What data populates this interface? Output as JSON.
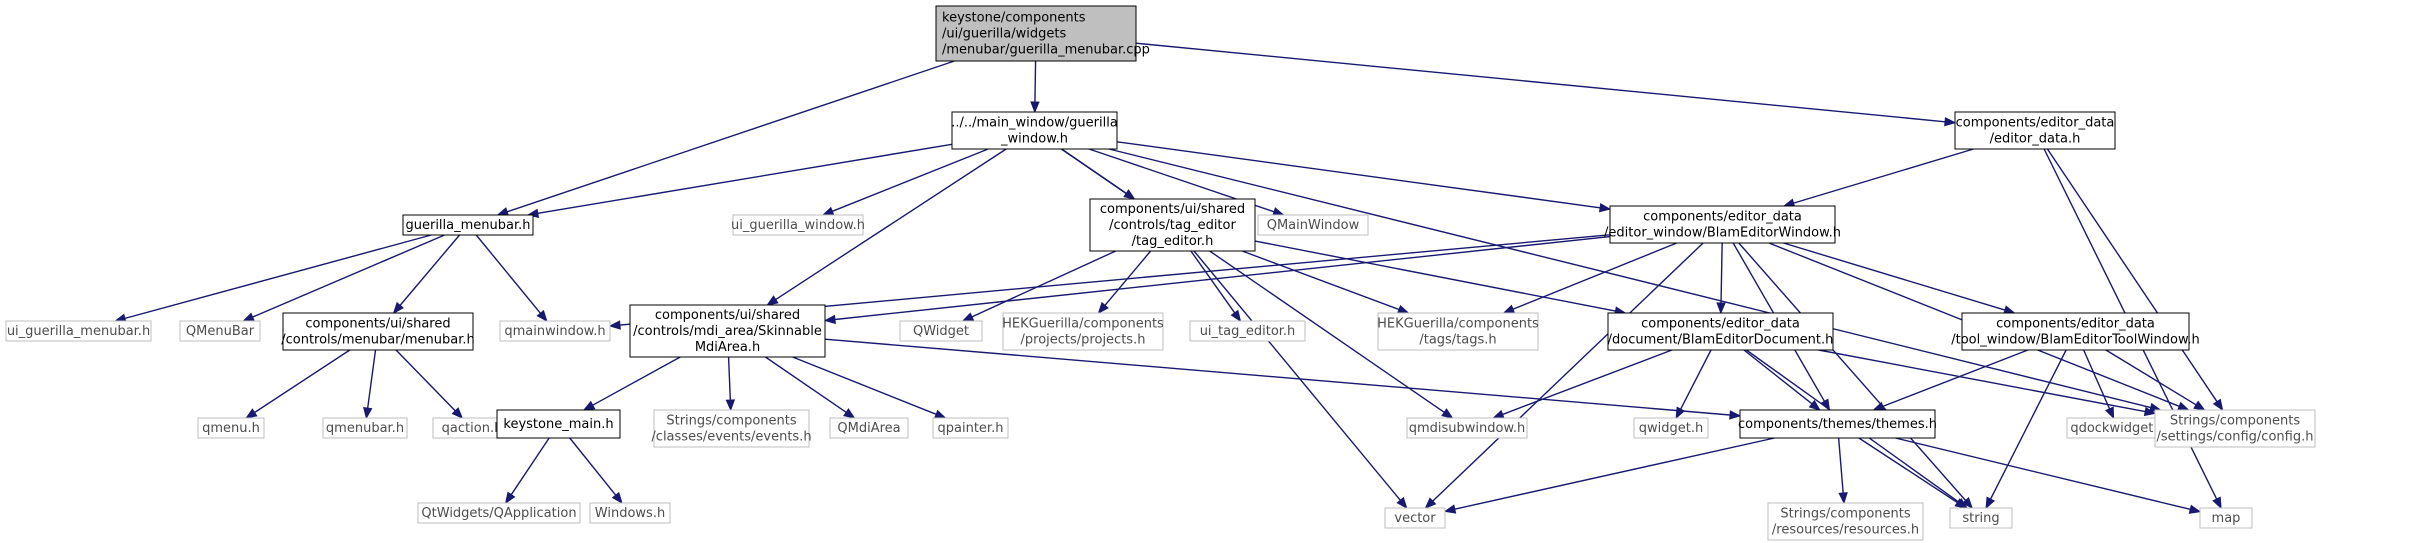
{
  "colors": {
    "edge": "#191970",
    "root_fill": "#bfbfbf",
    "root_border": "#000000",
    "node_border": "#000000",
    "leaf_border": "#bfbfbf",
    "text": "#000000",
    "leaf_text": "#4d4d4d"
  },
  "nodes": [
    {
      "id": "root",
      "kind": "root",
      "lines": [
        "keystone/components",
        "/ui/guerilla/widgets",
        "/menubar/guerilla_menubar.cpp"
      ]
    },
    {
      "id": "guerilla_window",
      "kind": "node",
      "lines": [
        "../../main_window/guerilla",
        "_window.h"
      ]
    },
    {
      "id": "editor_data",
      "kind": "node",
      "lines": [
        "components/editor_data",
        "/editor_data.h"
      ]
    },
    {
      "id": "guerilla_menubar_h",
      "kind": "node",
      "lines": [
        "guerilla_menubar.h"
      ]
    },
    {
      "id": "ui_guerilla_window",
      "kind": "leaf",
      "lines": [
        "ui_guerilla_window.h"
      ]
    },
    {
      "id": "tag_editor",
      "kind": "node",
      "lines": [
        "components/ui/shared",
        "/controls/tag_editor",
        "/tag_editor.h"
      ]
    },
    {
      "id": "qmainwindow_cap",
      "kind": "leaf",
      "lines": [
        "QMainWindow"
      ]
    },
    {
      "id": "blam_editor_window",
      "kind": "node",
      "lines": [
        "components/editor_data",
        "/editor_window/BlamEditorWindow.h"
      ]
    },
    {
      "id": "ui_guerilla_menubar",
      "kind": "leaf",
      "lines": [
        "ui_guerilla_menubar.h"
      ]
    },
    {
      "id": "qmenubar_cap",
      "kind": "leaf",
      "lines": [
        "QMenuBar"
      ]
    },
    {
      "id": "menubar_h",
      "kind": "node",
      "lines": [
        "components/ui/shared",
        "/controls/menubar/menubar.h"
      ]
    },
    {
      "id": "qmainwindow_h",
      "kind": "leaf",
      "lines": [
        "qmainwindow.h"
      ]
    },
    {
      "id": "skinnable_mdi",
      "kind": "node",
      "lines": [
        "components/ui/shared",
        "/controls/mdi_area/Skinnable",
        "MdiArea.h"
      ]
    },
    {
      "id": "qwidget_cap",
      "kind": "leaf",
      "lines": [
        "QWidget"
      ]
    },
    {
      "id": "projects_h",
      "kind": "leaf",
      "lines": [
        "HEKGuerilla/components",
        "/projects/projects.h"
      ]
    },
    {
      "id": "ui_tag_editor",
      "kind": "leaf",
      "lines": [
        "ui_tag_editor.h"
      ]
    },
    {
      "id": "tags_h",
      "kind": "leaf",
      "lines": [
        "HEKGuerilla/components",
        "/tags/tags.h"
      ]
    },
    {
      "id": "blam_editor_document",
      "kind": "node",
      "lines": [
        "components/editor_data",
        "/document/BlamEditorDocument.h"
      ]
    },
    {
      "id": "blam_editor_tool_window",
      "kind": "node",
      "lines": [
        "components/editor_data",
        "/tool_window/BlamEditorToolWindow.h"
      ]
    },
    {
      "id": "qmenu_h",
      "kind": "leaf",
      "lines": [
        "qmenu.h"
      ]
    },
    {
      "id": "qmenubar_h",
      "kind": "leaf",
      "lines": [
        "qmenubar.h"
      ]
    },
    {
      "id": "qaction_h",
      "kind": "leaf",
      "lines": [
        "qaction.h"
      ]
    },
    {
      "id": "keystone_main",
      "kind": "node",
      "lines": [
        "keystone_main.h"
      ]
    },
    {
      "id": "events_h",
      "kind": "leaf",
      "lines": [
        "Strings/components",
        "/classes/events/events.h"
      ]
    },
    {
      "id": "qmdiarea_cap",
      "kind": "leaf",
      "lines": [
        "QMdiArea"
      ]
    },
    {
      "id": "qpainter_h",
      "kind": "leaf",
      "lines": [
        "qpainter.h"
      ]
    },
    {
      "id": "qmdisubwindow_h",
      "kind": "leaf",
      "lines": [
        "qmdisubwindow.h"
      ]
    },
    {
      "id": "qwidget_h",
      "kind": "leaf",
      "lines": [
        "qwidget.h"
      ]
    },
    {
      "id": "themes_h",
      "kind": "node",
      "lines": [
        "components/themes/themes.h"
      ]
    },
    {
      "id": "qdockwidget_h",
      "kind": "leaf",
      "lines": [
        "qdockwidget.h"
      ]
    },
    {
      "id": "config_h",
      "kind": "leaf",
      "lines": [
        "Strings/components",
        "/settings/config/config.h"
      ]
    },
    {
      "id": "qapplication",
      "kind": "leaf",
      "lines": [
        "QtWidgets/QApplication"
      ]
    },
    {
      "id": "windows_h",
      "kind": "leaf",
      "lines": [
        "Windows.h"
      ]
    },
    {
      "id": "vector",
      "kind": "leaf",
      "lines": [
        "vector"
      ]
    },
    {
      "id": "resources_h",
      "kind": "leaf",
      "lines": [
        "Strings/components",
        "/resources/resources.h"
      ]
    },
    {
      "id": "string",
      "kind": "leaf",
      "lines": [
        "string"
      ]
    },
    {
      "id": "map",
      "kind": "leaf",
      "lines": [
        "map"
      ]
    }
  ],
  "edges": [
    [
      "root",
      "guerilla_window"
    ],
    [
      "root",
      "guerilla_menubar_h"
    ],
    [
      "root",
      "editor_data"
    ],
    [
      "guerilla_window",
      "guerilla_menubar_h"
    ],
    [
      "guerilla_window",
      "ui_guerilla_window"
    ],
    [
      "guerilla_window",
      "tag_editor"
    ],
    [
      "guerilla_window",
      "qmainwindow_cap"
    ],
    [
      "guerilla_window",
      "blam_editor_window"
    ],
    [
      "guerilla_window",
      "skinnable_mdi"
    ],
    [
      "guerilla_window",
      "qmdisubwindow_h"
    ],
    [
      "guerilla_window",
      "config_h"
    ],
    [
      "editor_data",
      "blam_editor_window"
    ],
    [
      "editor_data",
      "config_h"
    ],
    [
      "editor_data",
      "map"
    ],
    [
      "guerilla_menubar_h",
      "ui_guerilla_menubar"
    ],
    [
      "guerilla_menubar_h",
      "qmenubar_cap"
    ],
    [
      "guerilla_menubar_h",
      "menubar_h"
    ],
    [
      "guerilla_menubar_h",
      "qmainwindow_h"
    ],
    [
      "tag_editor",
      "qwidget_cap"
    ],
    [
      "tag_editor",
      "projects_h"
    ],
    [
      "tag_editor",
      "ui_tag_editor"
    ],
    [
      "tag_editor",
      "tags_h"
    ],
    [
      "tag_editor",
      "blam_editor_document"
    ],
    [
      "tag_editor",
      "vector"
    ],
    [
      "blam_editor_window",
      "qmainwindow_h"
    ],
    [
      "blam_editor_window",
      "skinnable_mdi"
    ],
    [
      "blam_editor_window",
      "tags_h"
    ],
    [
      "blam_editor_window",
      "blam_editor_document"
    ],
    [
      "blam_editor_window",
      "blam_editor_tool_window"
    ],
    [
      "blam_editor_window",
      "themes_h"
    ],
    [
      "blam_editor_window",
      "config_h"
    ],
    [
      "blam_editor_window",
      "vector"
    ],
    [
      "blam_editor_window",
      "string"
    ],
    [
      "menubar_h",
      "qmenu_h"
    ],
    [
      "menubar_h",
      "qmenubar_h"
    ],
    [
      "menubar_h",
      "qaction_h"
    ],
    [
      "skinnable_mdi",
      "keystone_main"
    ],
    [
      "skinnable_mdi",
      "events_h"
    ],
    [
      "skinnable_mdi",
      "qmdiarea_cap"
    ],
    [
      "skinnable_mdi",
      "qpainter_h"
    ],
    [
      "skinnable_mdi",
      "themes_h"
    ],
    [
      "blam_editor_document",
      "qmdisubwindow_h"
    ],
    [
      "blam_editor_document",
      "qwidget_h"
    ],
    [
      "blam_editor_document",
      "themes_h"
    ],
    [
      "blam_editor_document",
      "config_h"
    ],
    [
      "blam_editor_document",
      "string"
    ],
    [
      "blam_editor_tool_window",
      "themes_h"
    ],
    [
      "blam_editor_tool_window",
      "qdockwidget_h"
    ],
    [
      "blam_editor_tool_window",
      "config_h"
    ],
    [
      "blam_editor_tool_window",
      "string"
    ],
    [
      "keystone_main",
      "qapplication"
    ],
    [
      "keystone_main",
      "windows_h"
    ],
    [
      "themes_h",
      "vector"
    ],
    [
      "themes_h",
      "resources_h"
    ],
    [
      "themes_h",
      "string"
    ],
    [
      "themes_h",
      "map"
    ]
  ]
}
